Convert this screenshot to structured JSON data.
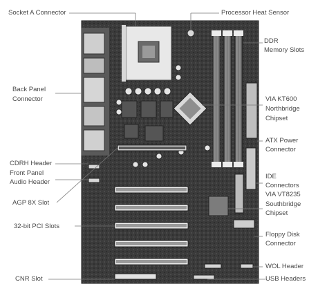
{
  "figure": {
    "labels_left": [
      {
        "id": "socket",
        "text": "Socket A Connector"
      },
      {
        "id": "backpanel1",
        "text": "Back Panel"
      },
      {
        "id": "backpanel2",
        "text": "Connector"
      },
      {
        "id": "cdrom",
        "text": "CDRH Header"
      },
      {
        "id": "frontpanel1",
        "text": "Front Panel"
      },
      {
        "id": "frontpanel2",
        "text": "Audio Header"
      },
      {
        "id": "agp",
        "text": "AGP 8X Slot"
      },
      {
        "id": "pci",
        "text": "32-bit PCI Slots"
      },
      {
        "id": "cnr",
        "text": "CNR Slot"
      }
    ],
    "labels_right": [
      {
        "id": "heat",
        "text": "Processor Heat Sensor"
      },
      {
        "id": "ddr1",
        "text": "DDR"
      },
      {
        "id": "ddr2",
        "text": "Memory Slots"
      },
      {
        "id": "via1",
        "text": "VIA KT600"
      },
      {
        "id": "via2",
        "text": "Northbridge"
      },
      {
        "id": "via3",
        "text": "Chipset"
      },
      {
        "id": "atx1",
        "text": "ATX Power"
      },
      {
        "id": "atx2",
        "text": "Connector"
      },
      {
        "id": "ide1",
        "text": "IDE"
      },
      {
        "id": "ide2",
        "text": "Connectors"
      },
      {
        "id": "sb1",
        "text": "VIA VT8235"
      },
      {
        "id": "sb2",
        "text": "Southbridge"
      },
      {
        "id": "sb3",
        "text": "Chipset"
      },
      {
        "id": "fdd1",
        "text": "Floppy Disk"
      },
      {
        "id": "fdd2",
        "text": "Connector"
      },
      {
        "id": "wol",
        "text": "WOL Header"
      },
      {
        "id": "usb",
        "text": "USB Headers"
      }
    ]
  }
}
